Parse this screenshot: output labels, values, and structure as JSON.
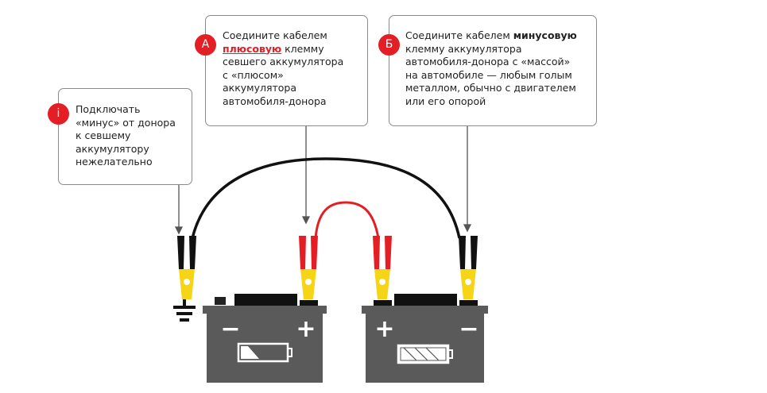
{
  "colors": {
    "accent": "#e31e24",
    "battery": "#5a5a5a",
    "clamp_yellow": "#f5d516",
    "cable_black": "#111111",
    "cable_red": "#e31e24"
  },
  "note_info": {
    "badge": "i",
    "lines": [
      "Подключать",
      "«минус» от донора",
      "к севшему",
      "аккумулятору",
      "нежелательно"
    ]
  },
  "note_a": {
    "badge": "А",
    "line1": "Соедините кабелем",
    "line2_highlight": "плюсовую",
    "line2_rest": " клемму",
    "lines": [
      "севшего аккумулятора",
      "с «плюсом»",
      "аккумулятора",
      "автомобиля-донора"
    ]
  },
  "note_b": {
    "badge": "Б",
    "line1_start": "Соедините кабелем ",
    "line1_bold": "минусовую",
    "lines": [
      "клемму аккумулятора",
      "автомобиля-донора с «массой»",
      "на автомобиле — любым голым",
      "металлом, обычно с двигателем",
      "или его опорой"
    ]
  },
  "batteries": {
    "dead": {
      "left_sign": "−",
      "right_sign": "+",
      "charge_icon": "battery-low-icon"
    },
    "donor": {
      "left_sign": "+",
      "right_sign": "−",
      "charge_icon": "battery-full-icon"
    }
  }
}
